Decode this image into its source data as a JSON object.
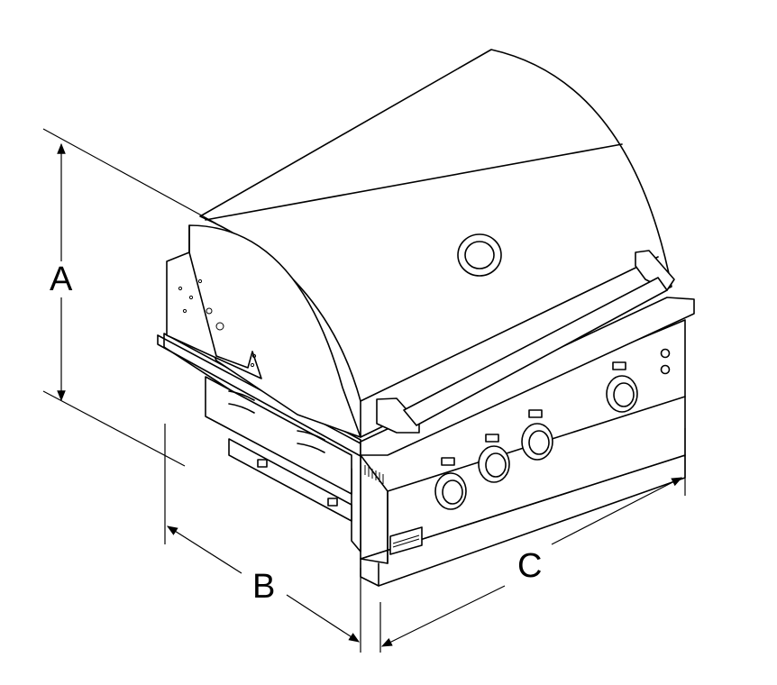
{
  "dimensions": {
    "a_label": "A",
    "b_label": "B",
    "c_label": "C"
  },
  "colors": {
    "line": "#000000",
    "background": "#ffffff"
  }
}
